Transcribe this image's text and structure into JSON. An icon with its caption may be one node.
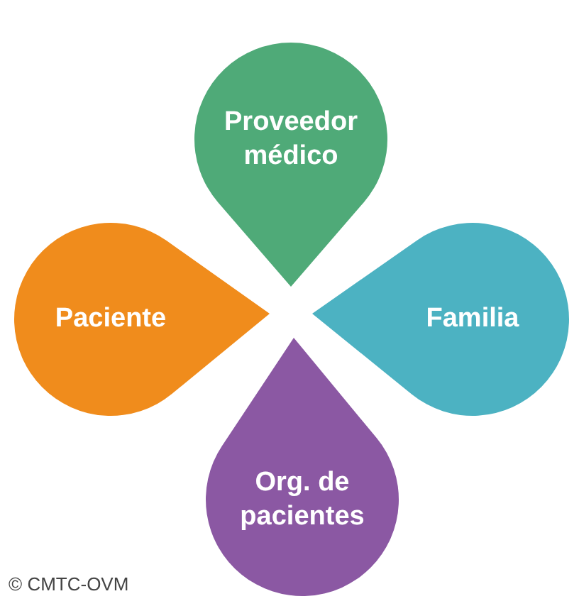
{
  "diagram": {
    "nodes": [
      {
        "text": [
          "Proveedor médico"
        ]
      },
      {
        "text": [
          "Paciente"
        ]
      },
      {
        "text": [
          "Familia"
        ]
      },
      {
        "text": [
          "Org. de pacientes"
        ]
      }
    ],
    "labels": [
      "© CMTC-OVM"
    ]
  }
}
